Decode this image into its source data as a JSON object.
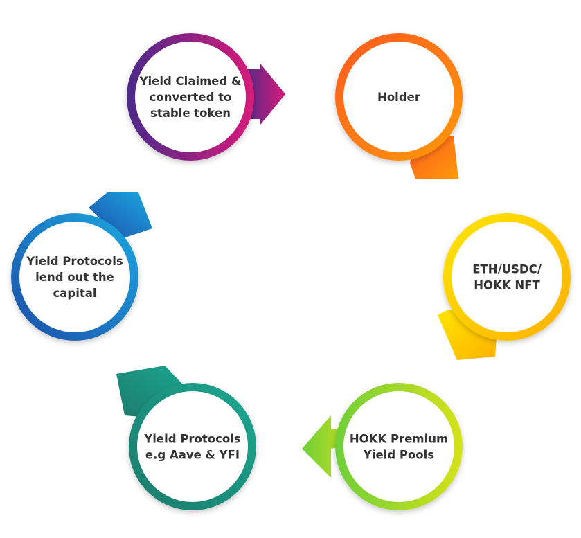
{
  "nodes": [
    {
      "id": "yield-claimed",
      "lines": [
        "Yield Claimed &",
        "converted to",
        "stable token"
      ],
      "color_start": "#4a2a8a",
      "color_end": "#d81b7a"
    },
    {
      "id": "holder",
      "lines": [
        "Holder"
      ],
      "color_start": "#ff5a1f",
      "color_end": "#ff9a0a"
    },
    {
      "id": "eth-usdc-nft",
      "lines": [
        "ETH/USDC/",
        "HOKK NFT"
      ],
      "color_start": "#ffe600",
      "color_end": "#ffb000"
    },
    {
      "id": "premium-pools",
      "lines": [
        "HOKK Premium",
        "Yield Pools"
      ],
      "color_start": "#6fcf3a",
      "color_end": "#d6e21a"
    },
    {
      "id": "aave-yfi",
      "lines": [
        "Yield Protocols",
        "e.g Aave & YFI"
      ],
      "color_start": "#1c7a6a",
      "color_end": "#1aa892"
    },
    {
      "id": "lend-capital",
      "lines": [
        "Yield Protocols",
        "lend out the",
        "capital"
      ],
      "color_start": "#1e4fa8",
      "color_end": "#1aa8e0"
    }
  ]
}
